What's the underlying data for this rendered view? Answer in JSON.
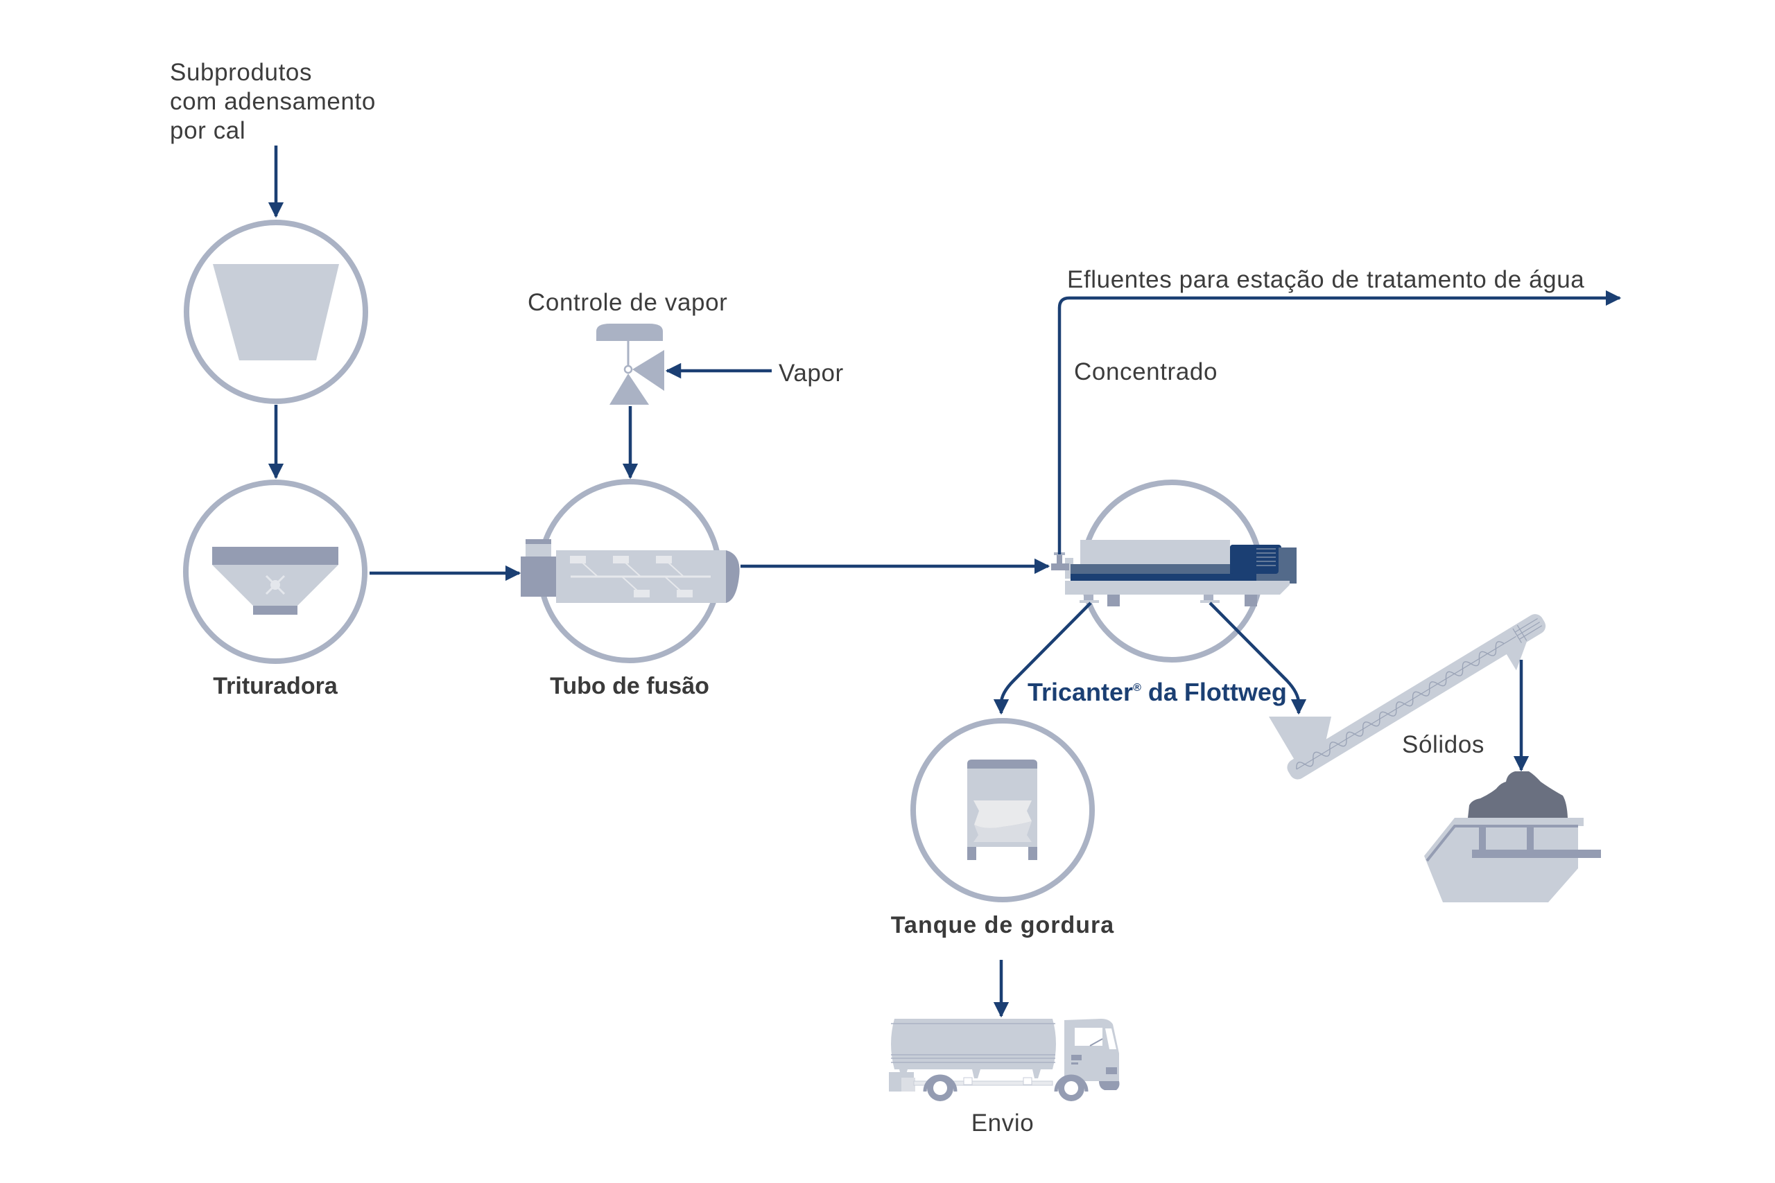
{
  "colors": {
    "flow_arrow": "#1b3f73",
    "ring": "#aab2c4",
    "equipment_light": "#c8ced8",
    "equipment_mid": "#949cb2",
    "equipment_dark": "#1b3f73",
    "equipment_slate": "#536a8a",
    "solids": "#6a7080",
    "text": "#3c3c3c"
  },
  "labels": {
    "input_line1": "Subprodutos",
    "input_line2": "com adensamento",
    "input_line3": "por cal",
    "steam_control": "Controle de vapor",
    "steam": "Vapor",
    "crusher": "Trituradora",
    "melting_tube": "Tubo de fusão",
    "effluent": "Efluentes para estação de tratamento de água",
    "concentrate": "Concentrado",
    "tricanter_name": "Tricanter",
    "tricanter_reg": "®",
    "tricanter_suffix": " da Flottweg",
    "fat_tank": "Tanque de gordura",
    "shipping": "Envio",
    "solids": "Sólidos"
  },
  "icons": {
    "feed_hopper": "feed-hopper-icon",
    "crusher": "crusher-icon",
    "steam_valve": "steam-control-valve-icon",
    "melting_tube": "melting-tube-icon",
    "tricanter": "tricanter-decanter-centrifuge-icon",
    "fat_tank": "fat-tank-icon",
    "tanker_truck": "tanker-truck-icon",
    "screw_conveyor": "screw-conveyor-icon",
    "skip_container": "skip-container-icon"
  }
}
